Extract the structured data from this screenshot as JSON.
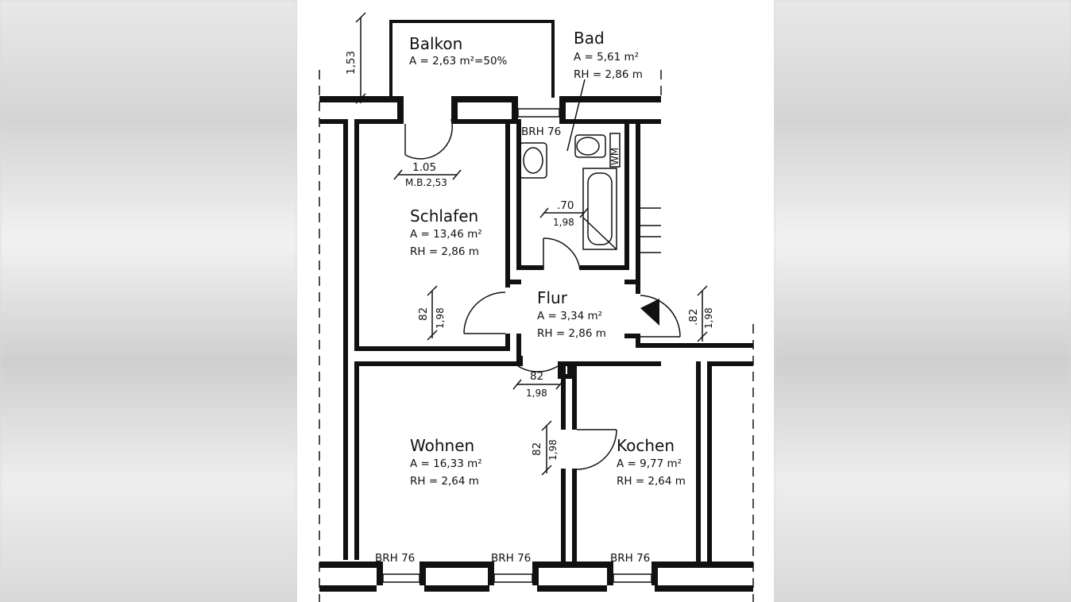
{
  "rooms": {
    "balkon": {
      "name": "Balkon",
      "area": "A = 2,63 m²=50%"
    },
    "bad": {
      "name": "Bad",
      "area": "A = 5,61 m²",
      "height": "RH = 2,86 m"
    },
    "schlafen": {
      "name": "Schlafen",
      "area": "A = 13,46 m²",
      "height": "RH = 2,86 m"
    },
    "flur": {
      "name": "Flur",
      "area": "A = 3,34 m²",
      "height": "RH = 2,86 m"
    },
    "wohnen": {
      "name": "Wohnen",
      "area": "A = 16,33 m²",
      "height": "RH = 2,64 m"
    },
    "kochen": {
      "name": "Kochen",
      "area": "A = 9,77 m²",
      "height": "RH = 2,64 m"
    }
  },
  "dimensions": {
    "balkon_depth": "1,53",
    "balkon_door_width": "1.05",
    "balkon_door_mb": "M.B.2,53",
    "bad_door_width": ".70",
    "bad_door_height": "1,98",
    "schlafen_door_width": "82",
    "schlafen_door_height": "1,98",
    "entry_door_width": ".82",
    "entry_door_height": "1,98",
    "wohnen_door_width": "82",
    "wohnen_door_height": "1,98",
    "kochen_door_width": "82",
    "kochen_door_height": "1,98"
  },
  "windows": {
    "bad": "BRH 76",
    "wohnen_left": "BRH 76",
    "wohnen_right": "BRH 76",
    "kochen": "BRH 76"
  },
  "fixtures": {
    "wm_label": "WM"
  }
}
